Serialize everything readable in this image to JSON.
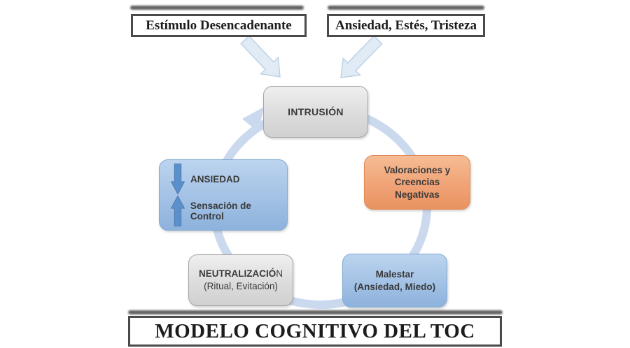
{
  "title_bar": {
    "title": "MODELO COGNITIVO DEL TOC"
  },
  "top_boxes": {
    "trigger": "Estímulo Desencadenante",
    "emotions": "Ansiedad, Estés, Tristeza"
  },
  "cycle": {
    "intrusion": "INTRUSIÓN",
    "valuations": "Valoraciones y\nCreencias\nNegativas",
    "distress_line1": "Malestar",
    "distress_line2": "(Ansiedad, Miedo)",
    "neutralization_bold": "NEUTRALIZACIÓ",
    "neutralization_tail": "N",
    "neutralization_sub": "(Ritual, Evitación)",
    "anxiety_label": "ANSIEDAD",
    "control_label": "Sensación de Control"
  },
  "icons": {
    "flow_arrow_left": "down-right-block-arrow",
    "flow_arrow_right": "down-left-block-arrow",
    "cycle_ring": "clockwise-cycle-arrow",
    "anxiety_down": "thick-down-arrow",
    "control_up": "thick-up-arrow"
  },
  "colors": {
    "blue_box": "#a5c3e6",
    "orange_box": "#f0a377",
    "gray_box": "#dcdcdc",
    "ring": "#cbd9ef",
    "block_arrow_blue": "#5b90cc",
    "flow_arrow_fill": "#e0ebf5",
    "border_dark": "#4a4a4a"
  }
}
